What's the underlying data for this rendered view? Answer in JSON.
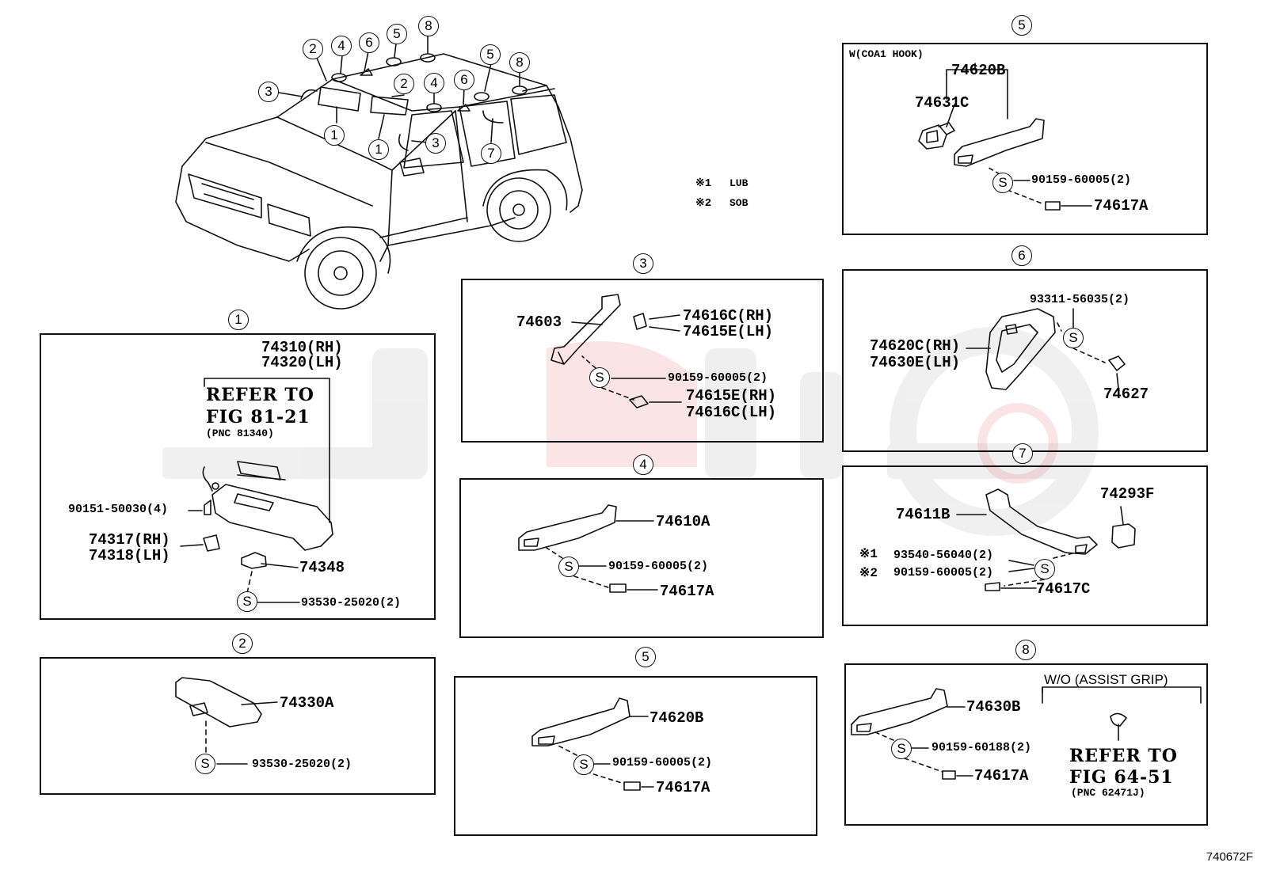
{
  "legend": [
    {
      "mark": "※1",
      "text": "LUB"
    },
    {
      "mark": "※2",
      "text": "SOB"
    }
  ],
  "overview_callouts": [
    "1",
    "2",
    "3",
    "4",
    "5",
    "6",
    "7",
    "8"
  ],
  "sections": {
    "s1": {
      "num": "1",
      "parts": {
        "p1": "74310(RH)",
        "p2": "74320(LH)",
        "ref1": "REFER TO",
        "ref2": "FIG 81-21",
        "ref3": "(PNC 81340)",
        "screw": "90151-50030(4)",
        "p3": "74317(RH)",
        "p4": "74318(LH)",
        "clip": "74348",
        "s": "S",
        "screw2": "93530-25020(2)"
      }
    },
    "s2": {
      "num": "2",
      "parts": {
        "visor": "74330A",
        "s": "S",
        "screw": "93530-25020(2)"
      }
    },
    "s3": {
      "num": "3",
      "parts": {
        "grip": "74603",
        "c1": "74616C(RH)",
        "c2": "74615E(LH)",
        "s": "S",
        "screw": "90159-60005(2)",
        "c3": "74615E(RH)",
        "c4": "74616C(LH)"
      }
    },
    "s4": {
      "num": "4",
      "parts": {
        "grip": "74610A",
        "s": "S",
        "screw": "90159-60005(2)",
        "cap": "74617A"
      }
    },
    "s5a": {
      "num": "5",
      "parts": {
        "grip": "74620B",
        "s": "S",
        "screw": "90159-60005(2)",
        "cap": "74617A"
      }
    },
    "s5b": {
      "num": "5",
      "parts": {
        "title": "W(COA1 HOOK)",
        "grip": "74620B",
        "hook": "74631C",
        "s": "S",
        "screw": "90159-60005(2)",
        "cap": "74617A"
      }
    },
    "s6": {
      "num": "6",
      "parts": {
        "screw": "93311-56035(2)",
        "g1": "74620C(RH)",
        "g2": "74630E(LH)",
        "s": "S",
        "cap": "74627"
      }
    },
    "s7": {
      "num": "7",
      "parts": {
        "grip": "74611B",
        "hook": "74293F",
        "m1": "※1",
        "screw1": "93540-56040(2)",
        "m2": "※2",
        "screw2": "90159-60005(2)",
        "s": "S",
        "cap": "74617C"
      }
    },
    "s8": {
      "num": "8",
      "parts": {
        "grip": "74630B",
        "s": "S",
        "screw": "90159-60188(2)",
        "cap": "74617A",
        "wo": "W/O (ASSIST GRIP)",
        "ref1": "REFER TO",
        "ref2": "FIG 64-51",
        "ref3": "(PNC 62471J)"
      }
    }
  },
  "doc_id": "740672F"
}
